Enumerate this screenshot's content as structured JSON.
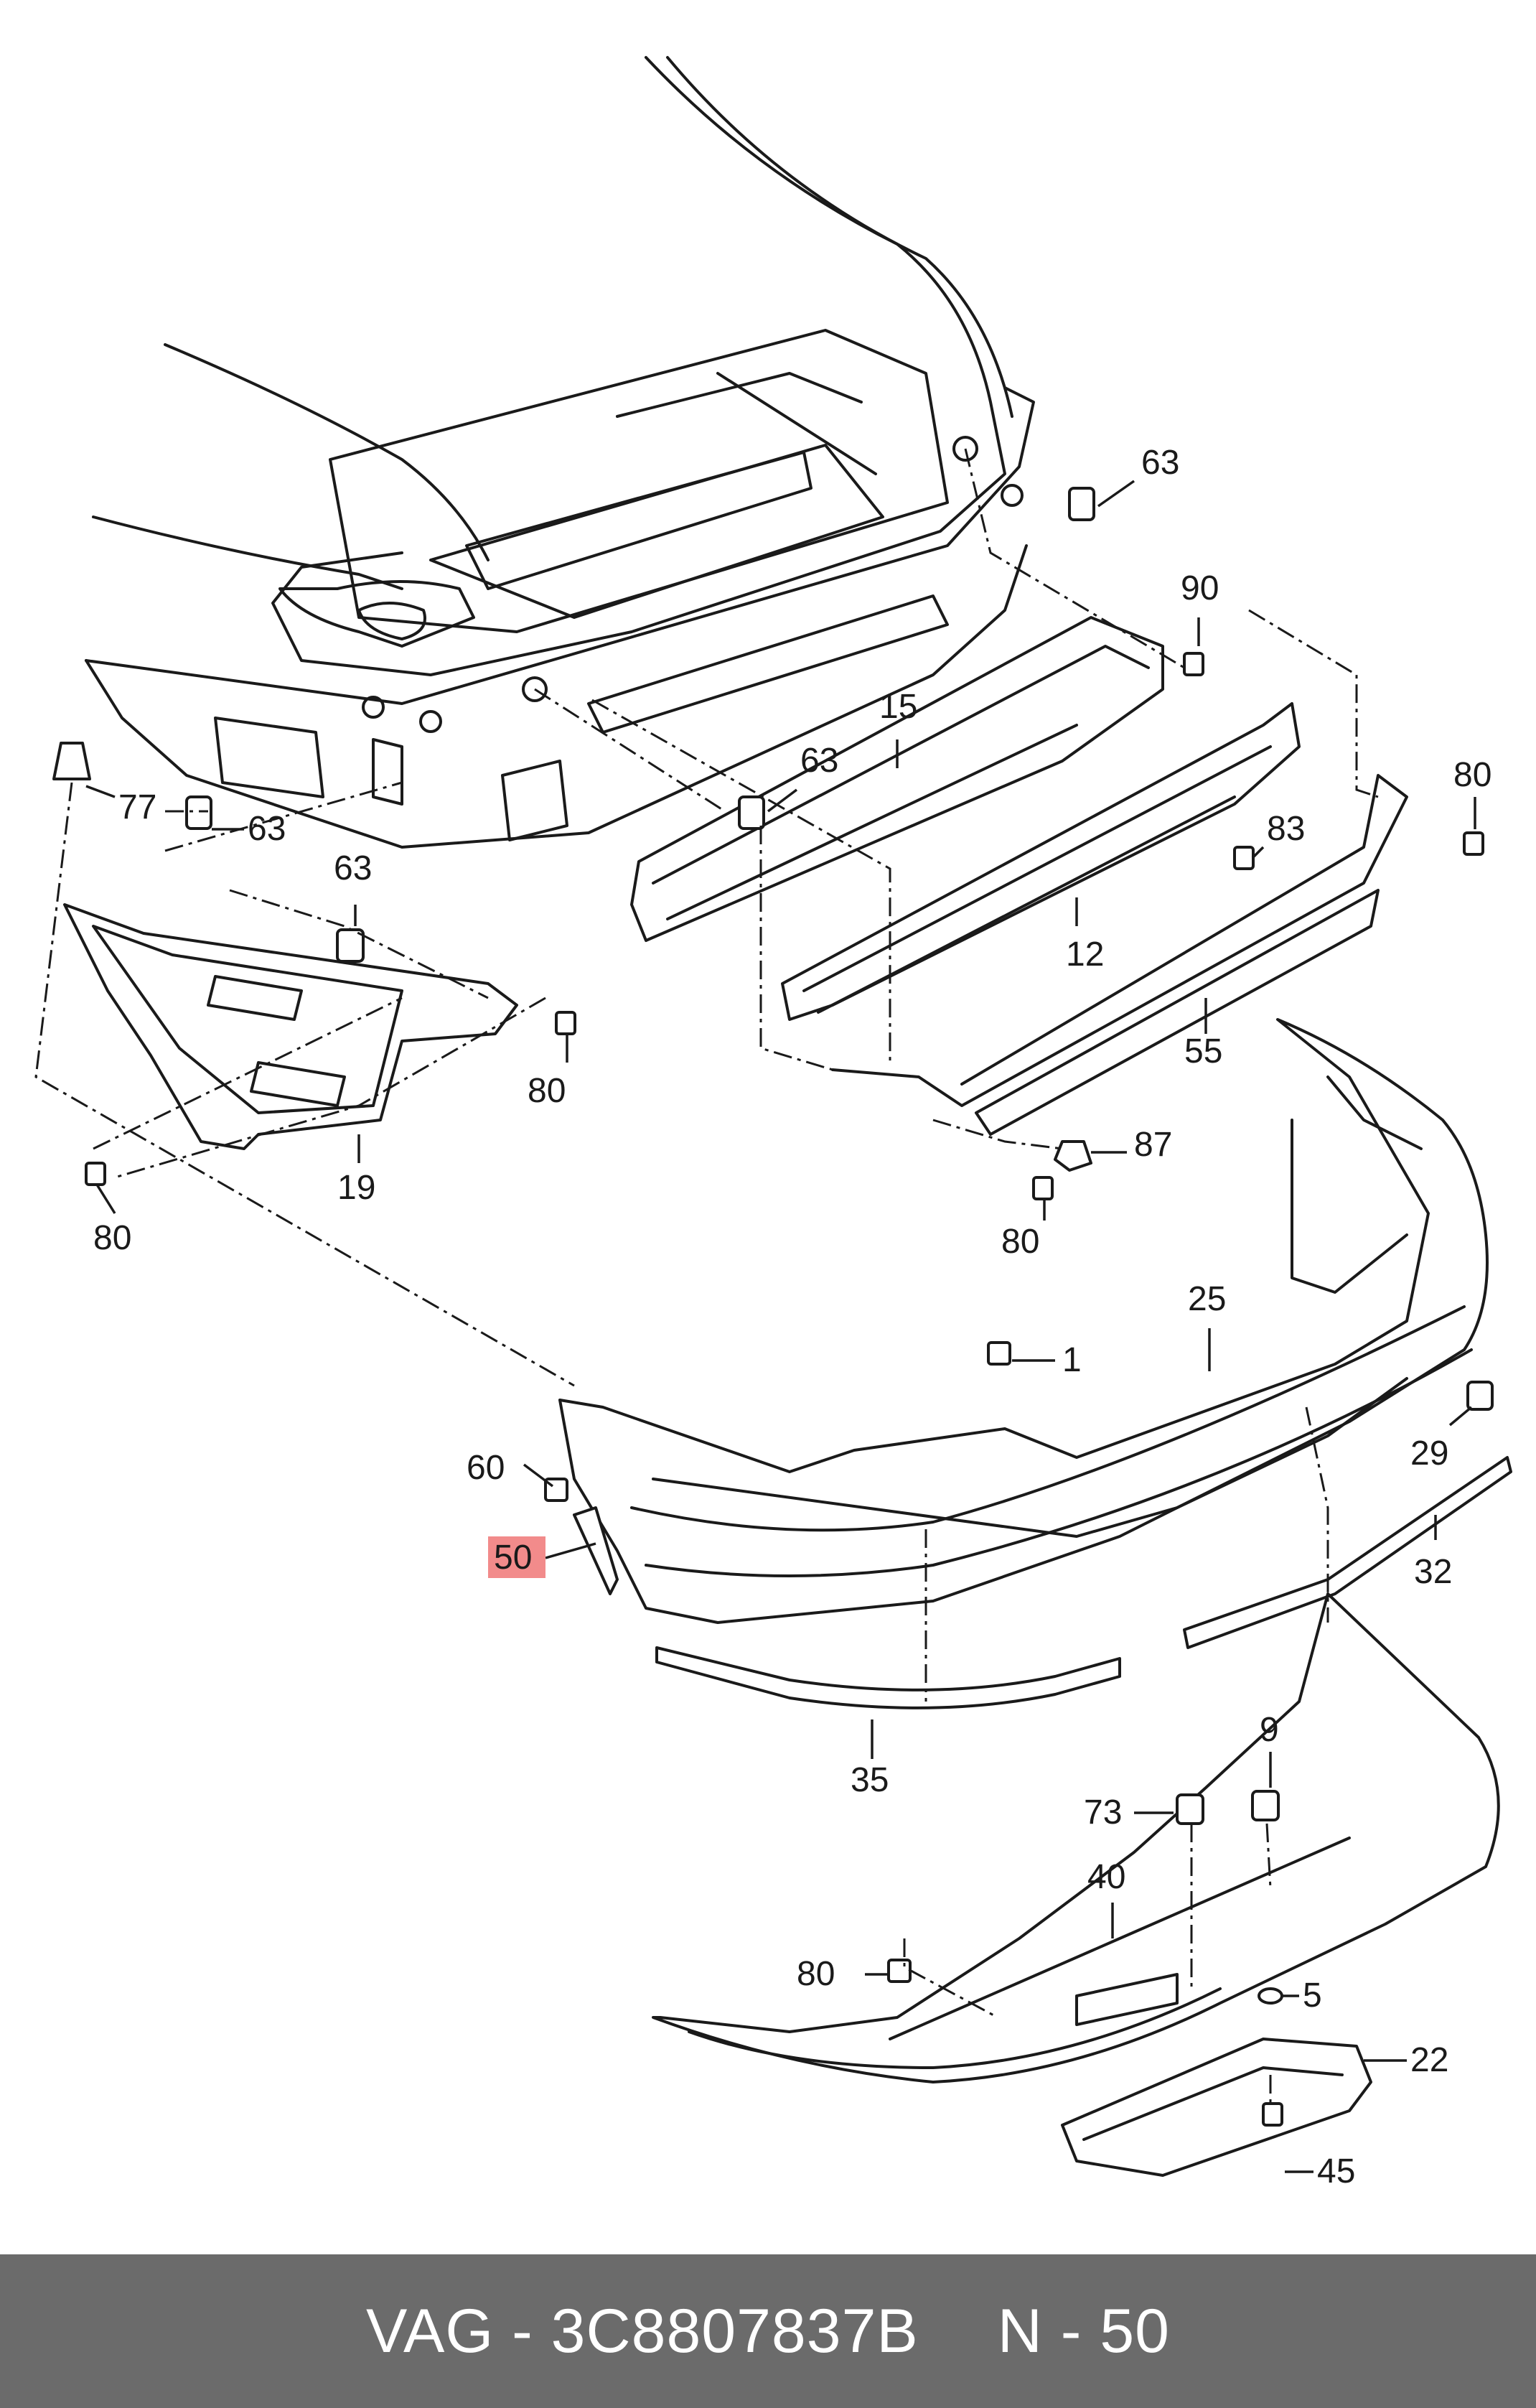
{
  "diagram": {
    "callouts": [
      {
        "id": "c63a",
        "label": "63"
      },
      {
        "id": "c90",
        "label": "90"
      },
      {
        "id": "c15",
        "label": "15"
      },
      {
        "id": "c63b",
        "label": "63"
      },
      {
        "id": "c80a",
        "label": "80"
      },
      {
        "id": "c77",
        "label": "77"
      },
      {
        "id": "c63c",
        "label": "63"
      },
      {
        "id": "c83",
        "label": "83"
      },
      {
        "id": "c63d",
        "label": "63"
      },
      {
        "id": "c12",
        "label": "12"
      },
      {
        "id": "c55",
        "label": "55"
      },
      {
        "id": "c80b",
        "label": "80"
      },
      {
        "id": "c19",
        "label": "19"
      },
      {
        "id": "c87",
        "label": "87"
      },
      {
        "id": "c80c",
        "label": "80"
      },
      {
        "id": "c80d",
        "label": "80"
      },
      {
        "id": "c25",
        "label": "25"
      },
      {
        "id": "c1",
        "label": "1"
      },
      {
        "id": "c60",
        "label": "60"
      },
      {
        "id": "c29",
        "label": "29"
      },
      {
        "id": "c50",
        "label": "50",
        "highlighted": true
      },
      {
        "id": "c32",
        "label": "32"
      },
      {
        "id": "c35",
        "label": "35"
      },
      {
        "id": "c9",
        "label": "9"
      },
      {
        "id": "c73",
        "label": "73"
      },
      {
        "id": "c40",
        "label": "40"
      },
      {
        "id": "c80e",
        "label": "80"
      },
      {
        "id": "c5",
        "label": "5"
      },
      {
        "id": "c22",
        "label": "22"
      },
      {
        "id": "c45",
        "label": "45"
      }
    ],
    "highlight_color": "#f28b8b"
  },
  "footer": {
    "brand_part": "VAG - 3C8807837B",
    "position": "N - 50",
    "background": "#6b6b6b"
  }
}
